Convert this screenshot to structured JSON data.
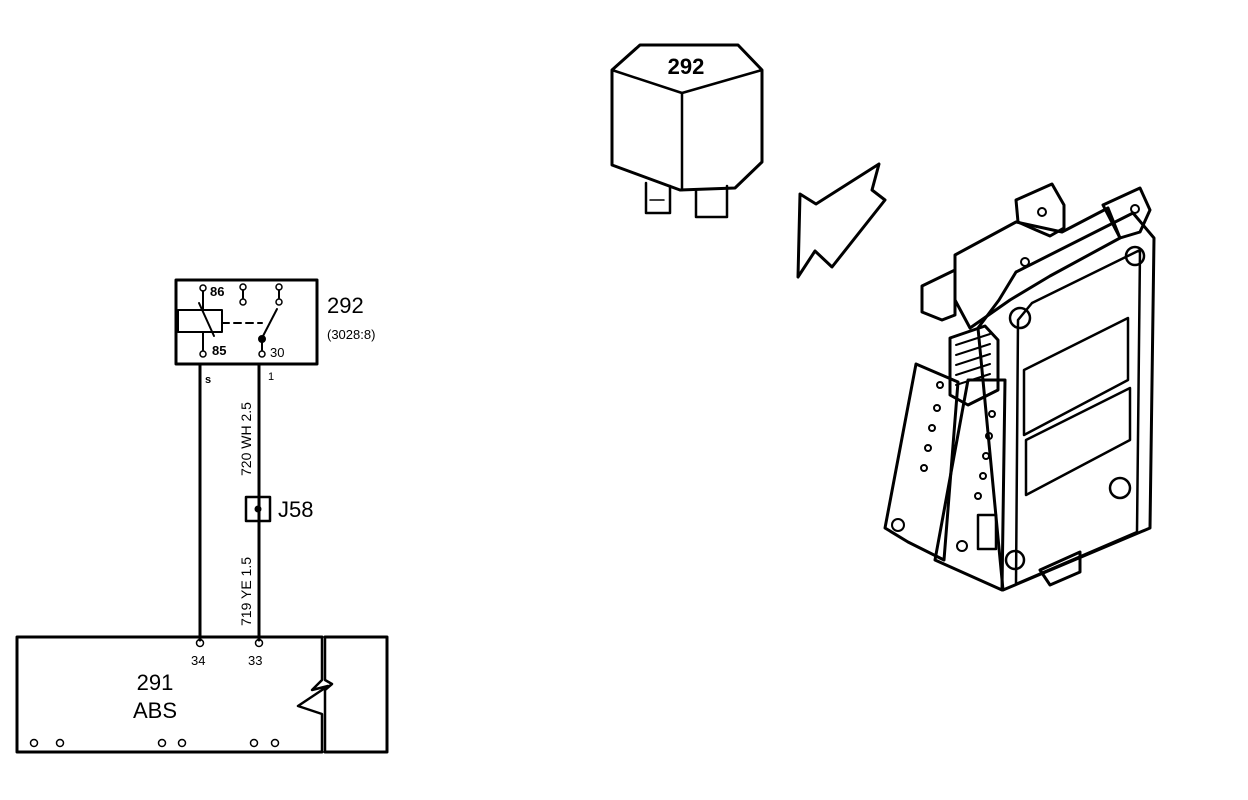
{
  "relay": {
    "id": "292",
    "ref": "(3028:8)",
    "pins": {
      "p86": "86",
      "p85": "85",
      "p30": "30"
    },
    "out_left": "s",
    "out_right": "1"
  },
  "wires": {
    "upper": "720 WH 2.5",
    "lower": "719 YE 1.5"
  },
  "junction": {
    "label": "J58"
  },
  "abs": {
    "id": "291",
    "name": "ABS",
    "pin_left": "34",
    "pin_right": "33"
  },
  "relay_part": {
    "label": "292"
  }
}
